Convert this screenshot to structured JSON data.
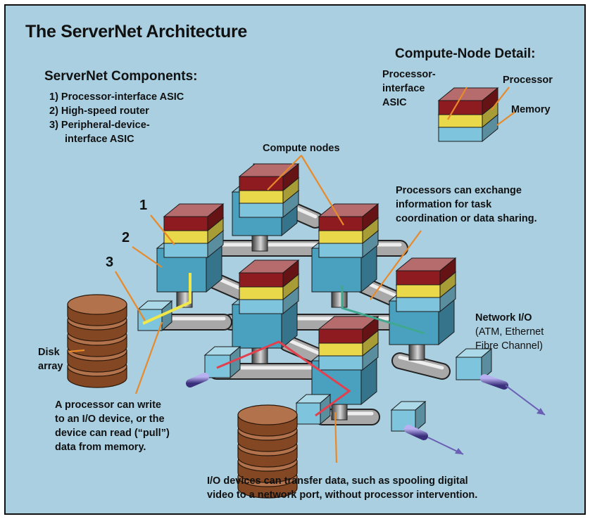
{
  "title": "The ServerNet Architecture",
  "components": {
    "heading": "ServerNet Components:",
    "items": [
      "1) Processor-interface ASIC",
      "2) High-speed router",
      "3) Peripheral-device-",
      "interface ASIC"
    ]
  },
  "detail": {
    "heading": "Compute-Node Detail:",
    "asic_label": [
      "Processor-",
      "interface",
      "ASIC"
    ],
    "processor_label": "Processor",
    "memory_label": "Memory"
  },
  "labels": {
    "compute_nodes": "Compute nodes",
    "num1": "1",
    "num2": "2",
    "num3": "3",
    "exchange": [
      "Processors can exchange",
      "information for task",
      "coordination or data sharing."
    ],
    "network_title": "Network I/O",
    "network_sub": [
      "(ATM, Ethernet",
      "Fibre Channel)"
    ],
    "disk": [
      "Disk",
      "array"
    ],
    "write": [
      "A processor can write",
      "to an I/O device, or the",
      "device can read (“pull”)",
      "data from memory."
    ],
    "transfer": [
      "I/O devices can transfer data, such as spooling digital",
      "video to a network port, without processor intervention."
    ]
  },
  "colors": {
    "background": "#a9cfe1",
    "processor": "#8e1b1f",
    "memory": "#e8d84a",
    "asic": "#7dc4dc",
    "router": "#4aa1bf",
    "disk": "#a45a2c",
    "write_path": "#f0e84a",
    "exchange_path": "#3fa88f",
    "transfer_path": "#e2404e",
    "leader": "#e88a2a",
    "network_arrow": "#6a5fb5"
  }
}
